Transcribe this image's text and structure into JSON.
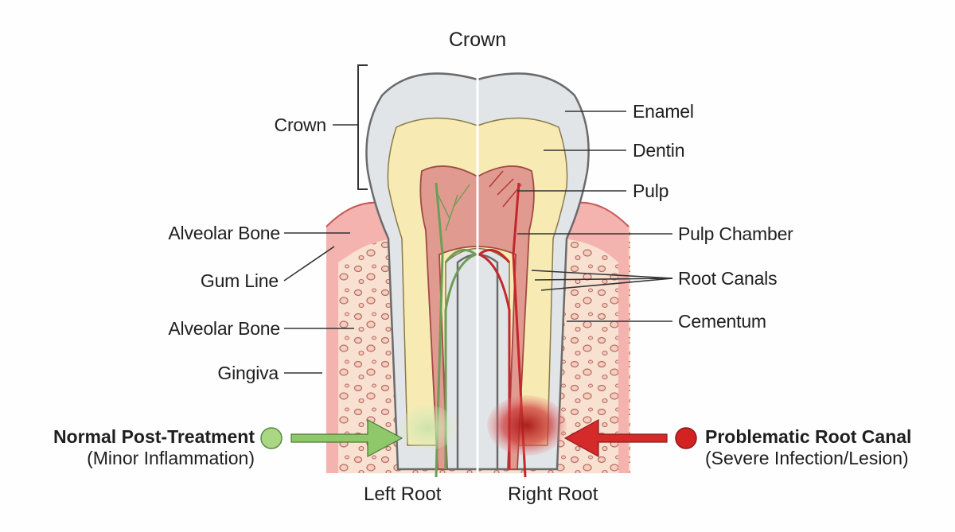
{
  "diagram": {
    "title": "Crown",
    "left_labels": {
      "crown": "Crown",
      "alveolar_bone_top": "Alveolar Bone",
      "gum_line": "Gum Line",
      "alveolar_bone_mid": "Alveolar Bone",
      "gingiva": "Gingiva"
    },
    "right_labels": {
      "enamel": "Enamel",
      "dentin": "Dentin",
      "pulp": "Pulp",
      "pulp_chamber": "Pulp Chamber",
      "root_canals": "Root Canals",
      "cementum": "Cementum"
    },
    "legend": {
      "normal_title": "Normal Post-Treatment",
      "normal_sub": "(Minor Inflammation)",
      "problem_title": "Problematic Root Canal",
      "problem_sub": "(Severe Infection/Lesion)"
    },
    "roots": {
      "left": "Left Root",
      "right": "Right Root"
    },
    "colors": {
      "enamel": "#dfe3e6",
      "dentin": "#f7eaae",
      "pulp": "#d9857c",
      "bone": "#f8dccb",
      "gum": "#f2a8a6",
      "normal": "#9ccc7b",
      "problem": "#d32222"
    }
  }
}
